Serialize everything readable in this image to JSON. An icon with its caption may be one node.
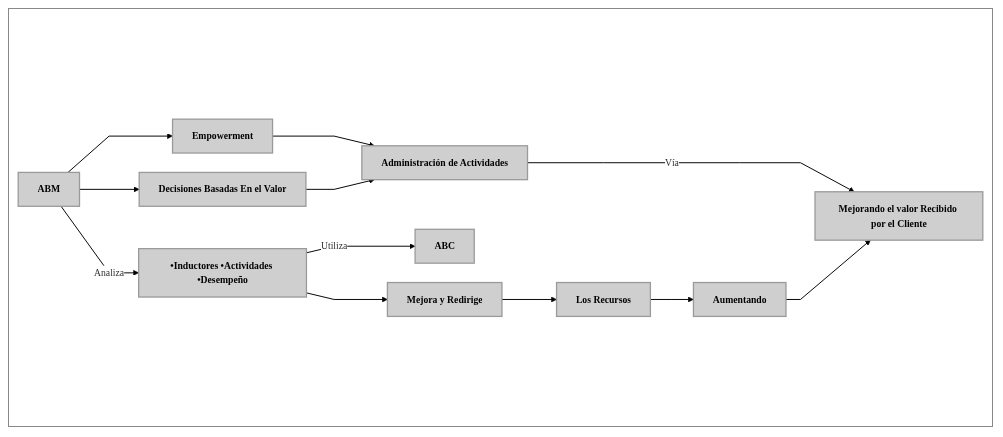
{
  "diagram": {
    "nodes": [
      {
        "text": [
          "ABM"
        ]
      },
      {
        "text": [
          "Empowerment"
        ]
      },
      {
        "text": [
          "Decisiones Basadas En el Valor"
        ]
      },
      {
        "text": [
          "Administración de Actividades"
        ]
      },
      {
        "text": [
          "Mejorando el valor Recibido por el Cliente"
        ]
      },
      {
        "text": [
          "ABC"
        ]
      },
      {
        "text": [
          "•Inductores •Actividades •Desempeño"
        ]
      },
      {
        "text": [
          "Mejora y Redirige"
        ]
      },
      {
        "text": [
          "Los Recursos"
        ]
      },
      {
        "text": [
          "Aumentando"
        ]
      }
    ],
    "edges": [
      {
        "from": 0,
        "to": 1,
        "arrow": "to"
      },
      {
        "from": 0,
        "to": 2,
        "arrow": "to"
      },
      {
        "from": 1,
        "to": 3,
        "arrow": "to"
      },
      {
        "from": 2,
        "to": 3,
        "arrow": "to"
      },
      {
        "from": 3,
        "to": 4,
        "label": "Vía",
        "arrow": "to"
      },
      {
        "from": 0,
        "to": 6,
        "label": "Analiza",
        "arrow": "to"
      },
      {
        "from": 6,
        "to": 5,
        "label": "Utiliza",
        "arrow": "to"
      },
      {
        "from": 6,
        "to": 7,
        "arrow": "to"
      },
      {
        "from": 7,
        "to": 8,
        "arrow": "to"
      },
      {
        "from": 8,
        "to": 9,
        "arrow": "to"
      },
      {
        "from": 9,
        "to": 4,
        "arrow": "to"
      }
    ]
  }
}
